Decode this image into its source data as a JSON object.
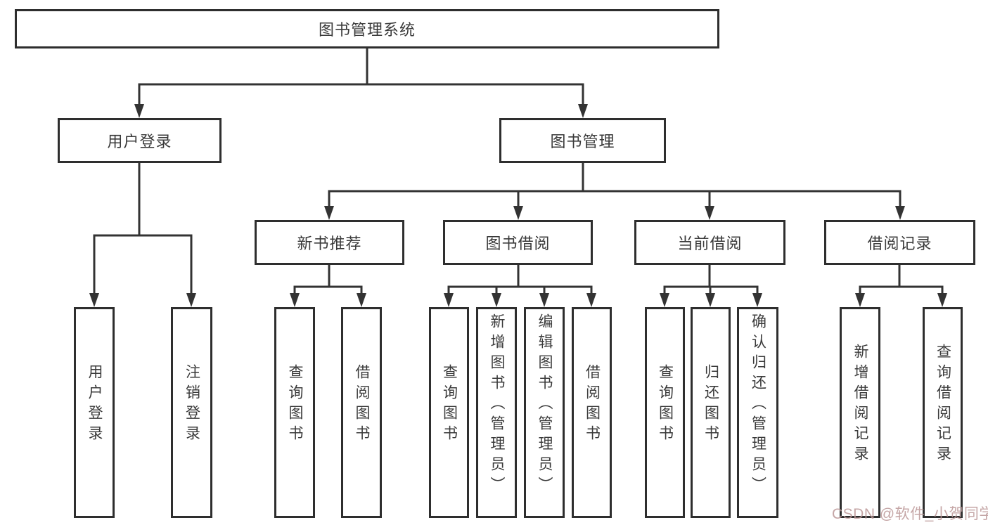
{
  "diagram": {
    "root": {
      "label": "图书管理系统"
    },
    "level2": [
      {
        "label": "用户登录",
        "parent": "图书管理系统"
      },
      {
        "label": "图书管理",
        "parent": "图书管理系统"
      }
    ],
    "level3": [
      {
        "label": "新书推荐",
        "parent": "图书管理"
      },
      {
        "label": "图书借阅",
        "parent": "图书管理"
      },
      {
        "label": "当前借阅",
        "parent": "图书管理"
      },
      {
        "label": "借阅记录",
        "parent": "图书管理"
      }
    ],
    "level4": [
      {
        "label": "用户登录",
        "parent": "用户登录"
      },
      {
        "label": "注销登录",
        "parent": "用户登录"
      },
      {
        "label": "查询图书",
        "parent": "新书推荐"
      },
      {
        "label": "借阅图书",
        "parent": "新书推荐"
      },
      {
        "label": "查询图书",
        "parent": "图书借阅"
      },
      {
        "label": "新增图书（管理员）",
        "parent": "图书借阅"
      },
      {
        "label": "编辑图书（管理员）",
        "parent": "图书借阅"
      },
      {
        "label": "借阅图书",
        "parent": "图书借阅"
      },
      {
        "label": "查询图书",
        "parent": "当前借阅"
      },
      {
        "label": "归还图书",
        "parent": "当前借阅"
      },
      {
        "label": "确认归还（管理员）",
        "parent": "当前借阅"
      },
      {
        "label": "新增借阅记录",
        "parent": "借阅记录"
      },
      {
        "label": "查询借阅记录",
        "parent": "借阅记录"
      }
    ],
    "colors": {
      "box_border": "#2e2e2e",
      "connector_line": "#333333",
      "text": "#3a3a3a"
    }
  },
  "watermark": {
    "text": "CSDN @软件_小贺同学",
    "color": "#bb9696"
  }
}
